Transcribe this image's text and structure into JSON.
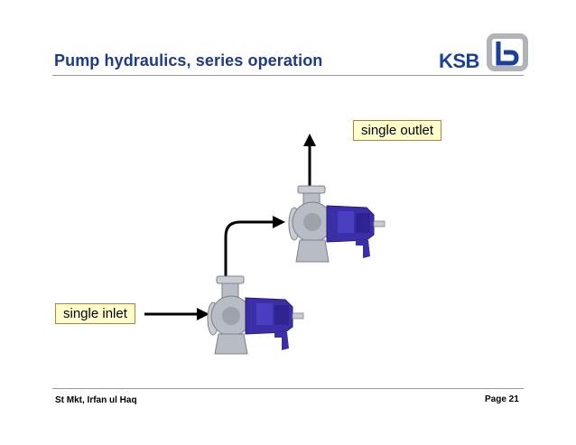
{
  "slide": {
    "title": "Pump hydraulics, series operation",
    "brand": "KSB",
    "labels": {
      "outlet": "single outlet",
      "inlet": "single inlet"
    },
    "footer": {
      "author": "St Mkt, Irfan ul Haq",
      "page": "Page 21"
    }
  },
  "colors": {
    "title": "#1f3a8a",
    "brand": "#1a3f9c",
    "label_fill": "#ffffcc",
    "label_border": "#c07a3a",
    "pump_blue": "#3b2fa8",
    "pump_casing": "#b8bcc4"
  },
  "icons": [
    "ksb-logo-icon",
    "pump-icon",
    "pump-icon",
    "arrow-icon",
    "arrow-icon",
    "arrow-icon"
  ]
}
